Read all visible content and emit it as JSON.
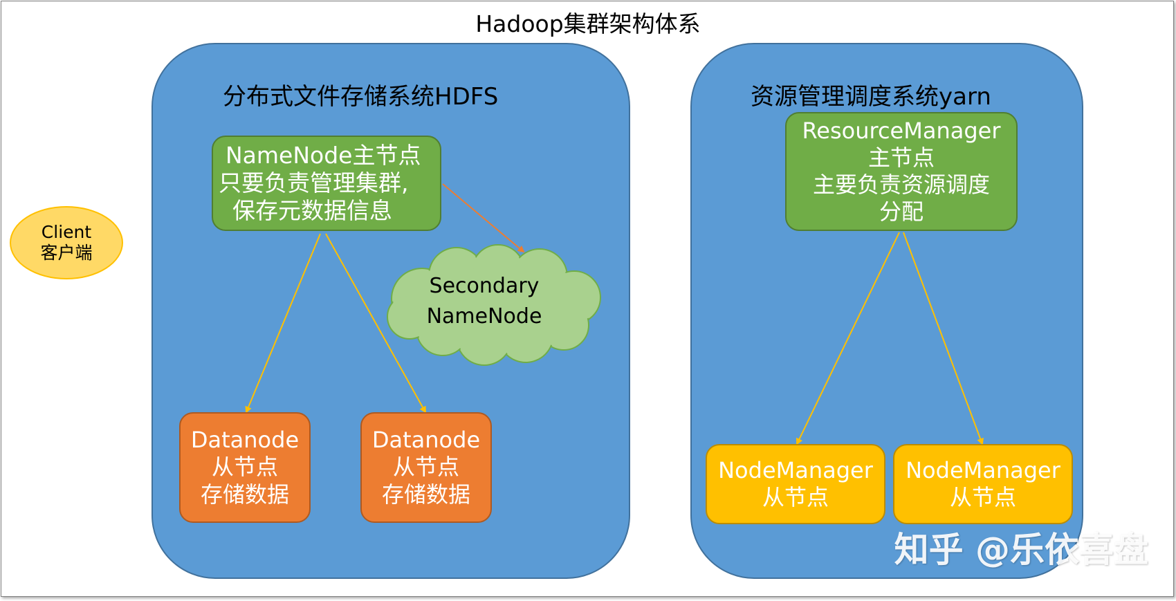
{
  "title": "Hadoop集群架构体系",
  "client": {
    "line1": "Client",
    "line2": "客户端"
  },
  "hdfs": {
    "title": "分布式文件存储系统HDFS",
    "namenode": {
      "line1": "NameNode主节点",
      "line2": "只要负责管理集群,",
      "line3": "保存元数据信息"
    },
    "secondary": {
      "line1": "Secondary",
      "line2": "NameNode"
    },
    "datanodes": [
      {
        "line1": "Datanode",
        "line2": "从节点",
        "line3": "存储数据"
      },
      {
        "line1": "Datanode",
        "line2": "从节点",
        "line3": "存储数据"
      }
    ]
  },
  "yarn": {
    "title": "资源管理调度系统yarn",
    "resourcemanager": {
      "line1": "ResourceManager",
      "line2": "主节点",
      "line3": "主要负责资源调度",
      "line4": "分配"
    },
    "nodemanagers": [
      {
        "line1": "NodeManager",
        "line2": "从节点"
      },
      {
        "line1": "NodeManager",
        "line2": "从节点"
      }
    ]
  },
  "watermark": "知乎 @乐依喜盘",
  "colors": {
    "region": "#5b9bd5",
    "master": "#70ad47",
    "datanode": "#ed7d31",
    "nodemanager": "#ffc000",
    "client": "#ffd966",
    "cloud": "#a9d18e",
    "arrow_yellow": "#ffc000",
    "arrow_orange": "#ed7d31"
  }
}
